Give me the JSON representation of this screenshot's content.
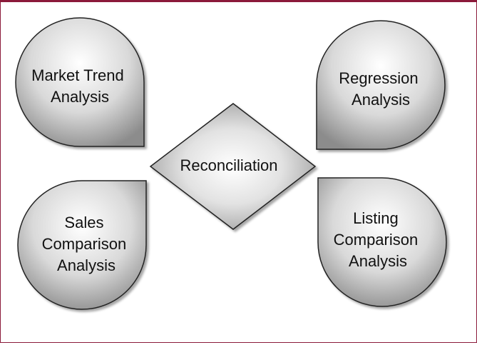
{
  "diagram": {
    "center": {
      "lines": [
        "Reconciliation"
      ]
    },
    "top_left": {
      "lines": [
        "Market Trend",
        "Analysis"
      ]
    },
    "top_right": {
      "lines": [
        "Regression",
        "Analysis"
      ]
    },
    "bottom_left": {
      "lines": [
        "Sales",
        "Comparison",
        "Analysis"
      ]
    },
    "bottom_right": {
      "lines": [
        "Listing",
        "Comparison",
        "Analysis"
      ]
    }
  },
  "colors": {
    "frame_border": "#8b1a3a",
    "shape_stroke": "#222222",
    "gradient_light": "#ffffff",
    "gradient_dark": "#8c8c8c"
  }
}
